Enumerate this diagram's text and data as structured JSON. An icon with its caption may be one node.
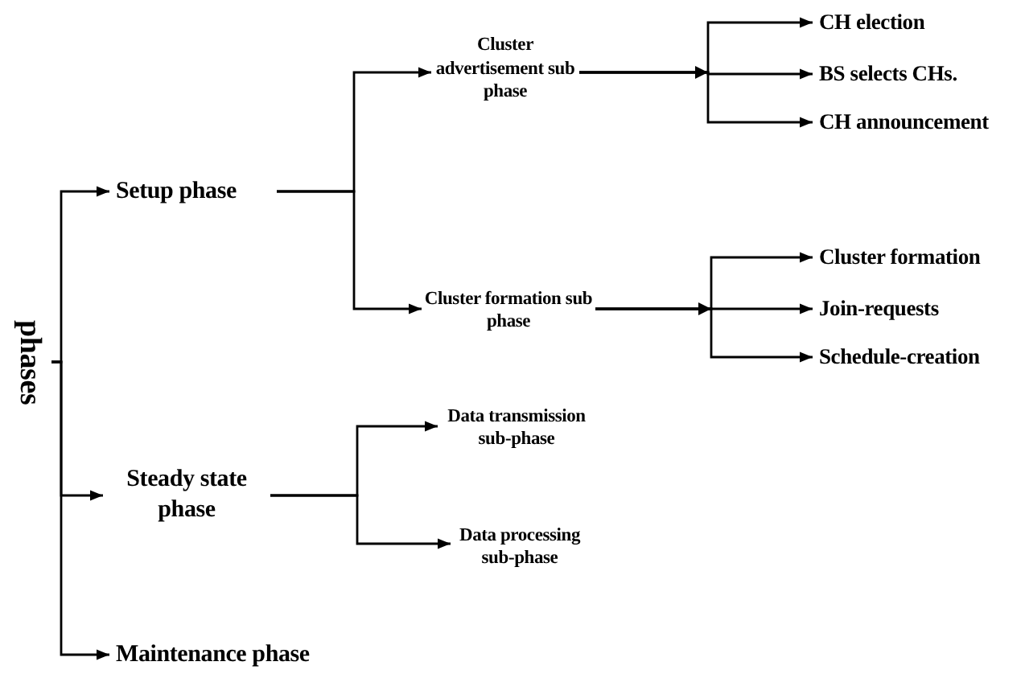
{
  "diagram": {
    "nodes": [
      {
        "text": [
          "phases"
        ]
      },
      {
        "text": [
          "Setup phase"
        ]
      },
      {
        "text": [
          "Steady state phase"
        ]
      },
      {
        "text": [
          "Maintenance phase"
        ]
      },
      {
        "text": [
          "Cluster advertisement sub phase"
        ]
      },
      {
        "text": [
          "Cluster formation sub phase"
        ]
      },
      {
        "text": [
          "CH election"
        ]
      },
      {
        "text": [
          "BS selects CHs."
        ]
      },
      {
        "text": [
          "CH announcement"
        ]
      },
      {
        "text": [
          "Cluster formation"
        ]
      },
      {
        "text": [
          "Join-requests"
        ]
      },
      {
        "text": [
          "Schedule-creation"
        ]
      },
      {
        "text": [
          "Data transmission sub-phase"
        ]
      },
      {
        "text": [
          "Data processing sub-phase"
        ]
      }
    ],
    "edges": [
      {
        "from": 0,
        "to": 1,
        "arrow": "to"
      },
      {
        "from": 0,
        "to": 2,
        "arrow": "to"
      },
      {
        "from": 0,
        "to": 3,
        "arrow": "to"
      },
      {
        "from": 1,
        "to": 4,
        "arrow": "to"
      },
      {
        "from": 1,
        "to": 5,
        "arrow": "to"
      },
      {
        "from": 4,
        "to": 6,
        "arrow": "to"
      },
      {
        "from": 4,
        "to": 7,
        "arrow": "to"
      },
      {
        "from": 4,
        "to": 8,
        "arrow": "to"
      },
      {
        "from": 5,
        "to": 9,
        "arrow": "to"
      },
      {
        "from": 5,
        "to": 10,
        "arrow": "to"
      },
      {
        "from": 5,
        "to": 11,
        "arrow": "to"
      },
      {
        "from": 2,
        "to": 12,
        "arrow": "to"
      },
      {
        "from": 2,
        "to": 13,
        "arrow": "to"
      }
    ]
  }
}
